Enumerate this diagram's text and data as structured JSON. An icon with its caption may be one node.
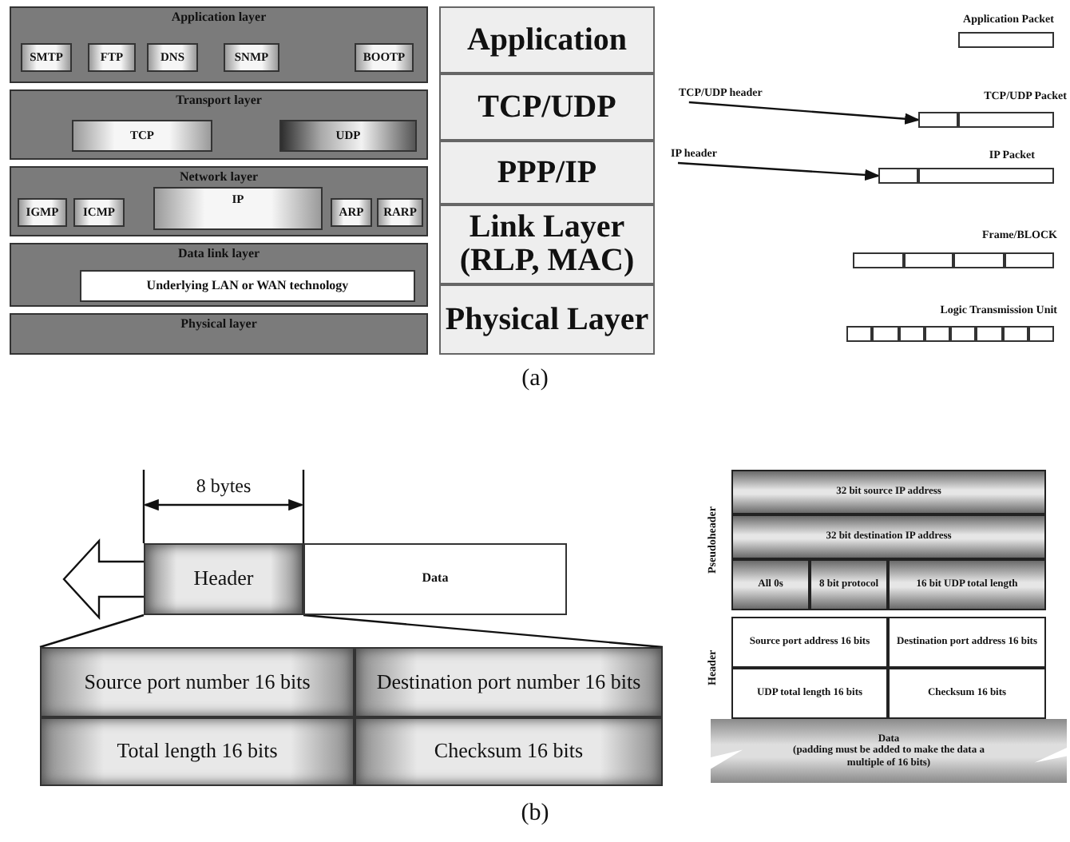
{
  "diagram": {
    "nodes": [
      {
        "text": [
          "Application layer"
        ]
      },
      {
        "text": [
          "SMTP"
        ],
        "in": 0
      },
      {
        "text": [
          "FTP"
        ],
        "in": 0
      },
      {
        "text": [
          "DNS"
        ],
        "in": 0
      },
      {
        "text": [
          "SNMP"
        ],
        "in": 0
      },
      {
        "text": [
          "BOOTP"
        ],
        "in": 0
      },
      {
        "text": [
          "Transport layer"
        ]
      },
      {
        "text": [
          "TCP"
        ],
        "in": 6
      },
      {
        "text": [
          "UDP"
        ],
        "in": 6
      },
      {
        "text": [
          "Network layer"
        ]
      },
      {
        "text": [
          "IGMP"
        ],
        "in": 9
      },
      {
        "text": [
          "ICMP"
        ],
        "in": 9
      },
      {
        "text": [
          "IP"
        ],
        "in": 9
      },
      {
        "text": [
          "ARP"
        ],
        "in": 9
      },
      {
        "text": [
          "RARP"
        ],
        "in": 9
      },
      {
        "text": [
          "Data link layer"
        ]
      },
      {
        "text": [
          "Underlying LAN or WAN technology"
        ],
        "in": 15
      },
      {
        "text": [
          "Physical layer"
        ]
      },
      {
        "text": [
          "Application"
        ]
      },
      {
        "text": [
          "TCP/UDP"
        ]
      },
      {
        "text": [
          "PPP/IP"
        ]
      },
      {
        "text": [
          "Link Layer (RLP, MAC)"
        ]
      },
      {
        "text": [
          "Physical Layer"
        ]
      },
      {
        "text": [],
        "shape": "box"
      },
      {
        "text": [
          "TCP/UDP header"
        ]
      },
      {
        "text": [],
        "shape": "box"
      },
      {
        "text": [],
        "shape": "box"
      },
      {
        "text": [
          "IP header"
        ]
      },
      {
        "text": [],
        "shape": "box"
      },
      {
        "text": [],
        "shape": "box"
      },
      {
        "text": [],
        "shape": "box"
      },
      {
        "text": [],
        "shape": "box"
      },
      {
        "text": [],
        "shape": "box"
      },
      {
        "text": [],
        "shape": "box"
      },
      {
        "text": [],
        "shape": "box"
      },
      {
        "text": [],
        "shape": "box"
      },
      {
        "text": [],
        "shape": "box"
      },
      {
        "text": [],
        "shape": "box"
      },
      {
        "text": [],
        "shape": "box"
      },
      {
        "text": [],
        "shape": "box"
      },
      {
        "text": [],
        "shape": "box"
      },
      {
        "text": [],
        "shape": "box"
      },
      {
        "text": [
          "Header"
        ]
      },
      {
        "text": [
          "Data"
        ]
      },
      {
        "text": [
          "Source port number 16 bits"
        ]
      },
      {
        "text": [
          "Destination port number 16 bits"
        ]
      },
      {
        "text": [
          "Total length 16 bits"
        ]
      },
      {
        "text": [
          "Checksum 16 bits"
        ]
      },
      {
        "text": [
          "32 bit source IP address"
        ]
      },
      {
        "text": [
          "32 bit destination IP address"
        ]
      },
      {
        "text": [
          "All 0s"
        ]
      },
      {
        "text": [
          "8 bit protocol"
        ]
      },
      {
        "text": [
          "16 bit UDP total length"
        ]
      },
      {
        "text": [
          "Source port address 16 bits"
        ]
      },
      {
        "text": [
          "Destination port address 16 bits"
        ]
      },
      {
        "text": [
          "UDP total length 16 bits"
        ]
      },
      {
        "text": [
          "Checksum 16 bits"
        ]
      },
      {
        "text": [
          "Data",
          "(padding must be added to make the data a multiple of 16 bits)"
        ]
      }
    ],
    "edges": [
      {
        "from": 24,
        "to": 25,
        "arrow": "to"
      },
      {
        "from": 27,
        "to": 28,
        "arrow": "to"
      },
      {
        "from": 42,
        "to": null,
        "arrow": "to"
      },
      {
        "from": 42,
        "to": 44,
        "arrow": "none"
      },
      {
        "from": 42,
        "to": 45,
        "arrow": "none"
      }
    ],
    "labels": [
      "Application Packet",
      "TCP/UDP Packet",
      "IP Packet",
      "Frame/BLOCK",
      "Logic Transmission Unit",
      "(a)",
      "8 bytes",
      "Pseudoheader",
      "Header",
      "(b)"
    ]
  }
}
